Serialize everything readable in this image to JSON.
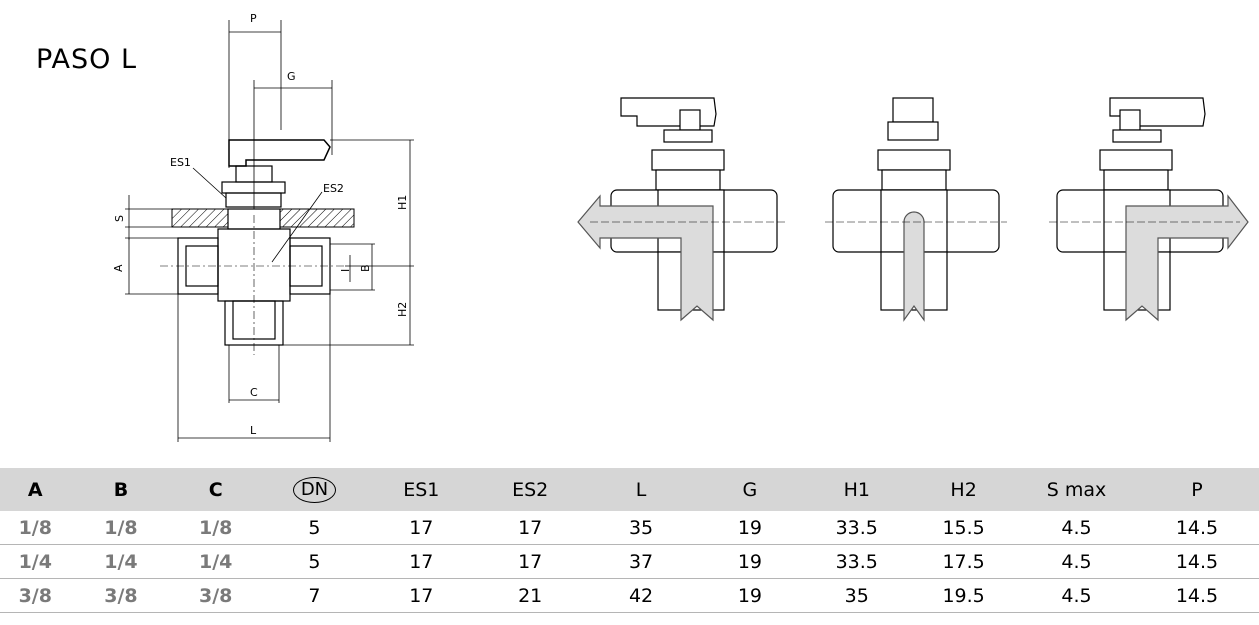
{
  "title": "PASO L",
  "dimension_labels": {
    "P": "P",
    "G": "G",
    "ES1": "ES1",
    "ES2": "ES2",
    "S": "S",
    "A": "A",
    "I": "I",
    "B": "B",
    "H1": "H1",
    "H2": "H2",
    "C": "C",
    "L": "L"
  },
  "table": {
    "headers": [
      "A",
      "B",
      "C",
      "DN",
      "ES1",
      "ES2",
      "L",
      "G",
      "H1",
      "H2",
      "S max",
      "P"
    ],
    "rows": [
      [
        "1/8",
        "1/8",
        "1/8",
        "5",
        "17",
        "17",
        "35",
        "19",
        "33.5",
        "15.5",
        "4.5",
        "14.5"
      ],
      [
        "1/4",
        "1/4",
        "1/4",
        "5",
        "17",
        "17",
        "37",
        "19",
        "33.5",
        "17.5",
        "4.5",
        "14.5"
      ],
      [
        "3/8",
        "3/8",
        "3/8",
        "7",
        "17",
        "21",
        "42",
        "19",
        "35",
        "19.5",
        "4.5",
        "14.5"
      ]
    ]
  }
}
